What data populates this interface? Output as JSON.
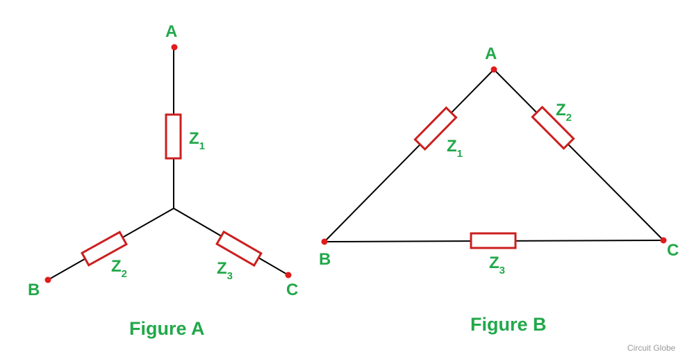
{
  "figure_a": {
    "caption": "Figure A",
    "nodes": {
      "a": "A",
      "b": "B",
      "c": "C"
    },
    "impedances": [
      {
        "base": "Z",
        "sub": "1"
      },
      {
        "base": "Z",
        "sub": "2"
      },
      {
        "base": "Z",
        "sub": "3"
      }
    ]
  },
  "figure_b": {
    "caption": "Figure B",
    "nodes": {
      "a": "A",
      "b": "B",
      "c": "C"
    },
    "impedances": [
      {
        "base": "Z",
        "sub": "1"
      },
      {
        "base": "Z",
        "sub": "2"
      },
      {
        "base": "Z",
        "sub": "3"
      }
    ]
  },
  "watermark": "Circuit Globe",
  "colors": {
    "wire": "#000000",
    "resistor": "#cc1f1f",
    "terminal": "#e01b1b",
    "label": "#22a84a"
  }
}
